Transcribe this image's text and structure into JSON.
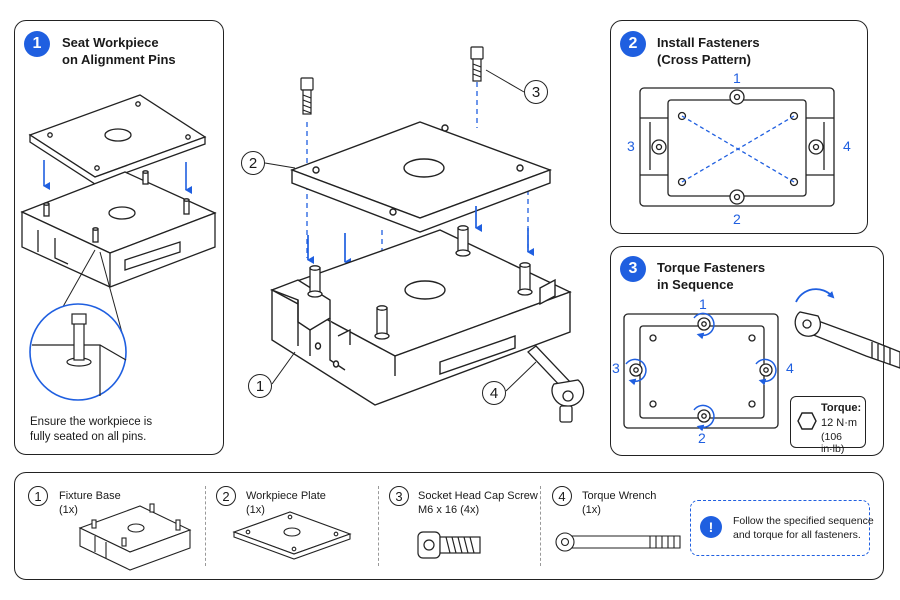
{
  "step1": {
    "badge": "1",
    "title_line1": "Seat Workpiece",
    "title_line2": "on Alignment Pins",
    "note_line1": "Ensure the workpiece is",
    "note_line2": "fully seated on all pins."
  },
  "step2": {
    "badge": "2",
    "title_line1": "Install Fasteners",
    "title_line2": "(Cross Pattern)",
    "order": {
      "top": "1",
      "bottom": "2",
      "left": "3",
      "right": "4"
    }
  },
  "step3": {
    "badge": "3",
    "title_line1": "Torque Fasteners",
    "title_line2": "in Sequence",
    "order": {
      "top": "1",
      "bottom": "2",
      "left": "3",
      "right": "4"
    },
    "torque_label": "Torque:",
    "torque_value": "12 N·m",
    "torque_imperial": "(106 in·lb)"
  },
  "main_callouts": {
    "plate": "2",
    "screw": "3",
    "base": "1",
    "wrench": "4"
  },
  "parts": [
    {
      "num": "1",
      "name": "Fixture Base",
      "spec": "",
      "qty": "(1x)"
    },
    {
      "num": "2",
      "name": "Workpiece Plate",
      "spec": "",
      "qty": "(1x)"
    },
    {
      "num": "3",
      "name": "Socket Head Cap Screw",
      "spec": "M6 x 16 (4x)",
      "qty": ""
    },
    {
      "num": "4",
      "name": "Torque Wrench",
      "spec": "",
      "qty": "(1x)"
    }
  ],
  "info": {
    "icon": "!",
    "line1": "Follow the specified sequence",
    "line2": "and torque for all fasteners."
  },
  "colors": {
    "accent": "#1f5fe0",
    "line": "#222222"
  }
}
